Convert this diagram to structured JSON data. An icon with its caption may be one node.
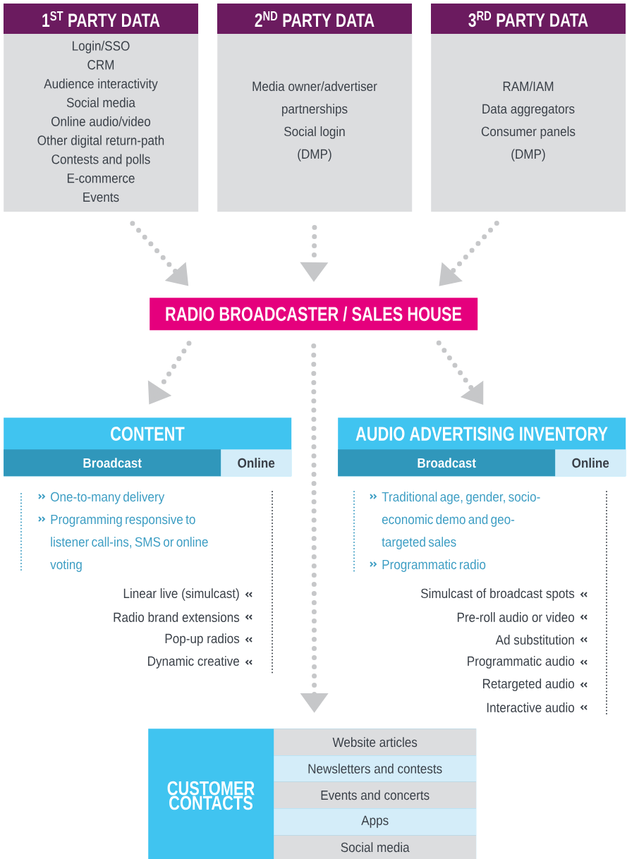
{
  "diagram": {
    "nodes": [
      {
        "text": [
          "1$^{ST}$ PARTY DATA",
          "Login/SSO",
          "CRM",
          "Audience interactivity",
          "Social media",
          "Online audio/video",
          "Other digital return-path",
          "Contests and polls",
          "E-commerce",
          "Events"
        ]
      },
      {
        "text": [
          "2$^{ND}$ PARTY DATA",
          "Media owner/advertiser partnerships",
          "Social login",
          "(DMP)"
        ]
      },
      {
        "text": [
          "3$^{RD}$ PARTY DATA",
          "RAM/IAM",
          "Data aggregators",
          "Consumer panels",
          "(DMP)"
        ]
      },
      {
        "text": [
          "RADIO BROADCASTER / SALES HOUSE"
        ]
      },
      {
        "text": [
          "CONTENT"
        ]
      },
      {
        "text": [
          "Broadcast"
        ],
        "in": 4
      },
      {
        "text": [
          "Online"
        ],
        "in": 4
      },
      {
        "text": [
          "AUDIO ADVERTISING INVENTORY"
        ]
      },
      {
        "text": [
          "Broadcast"
        ],
        "in": 7
      },
      {
        "text": [
          "Online"
        ],
        "in": 7
      },
      {
        "text": [
          "CUSTOMER CONTACTS"
        ]
      },
      {
        "text": [
          "Website articles"
        ],
        "in": 10
      },
      {
        "text": [
          "Newsletters and contests"
        ],
        "in": 10
      },
      {
        "text": [
          "Events and concerts"
        ],
        "in": 10
      },
      {
        "text": [
          "Apps"
        ],
        "in": 10
      },
      {
        "text": [
          "Social media"
        ],
        "in": 10
      }
    ],
    "edges": [
      {
        "from": 0,
        "to": 3,
        "arrow": "to"
      },
      {
        "from": 1,
        "to": 3,
        "arrow": "to"
      },
      {
        "from": 2,
        "to": 3,
        "arrow": "to"
      },
      {
        "from": 3,
        "to": 4,
        "arrow": "to"
      },
      {
        "from": 3,
        "to": 10,
        "arrow": "to"
      },
      {
        "from": 3,
        "to": 7,
        "arrow": "to"
      }
    ],
    "labels": [
      "One-to-many delivery",
      "Programming responsive to listener call-ins, SMS or online voting",
      "Linear live (simulcast)",
      "Radio brand extensions",
      "Pop-up radios",
      "Dynamic creative",
      "Traditional age, gender, socio-economic demo and geo-targeted sales",
      "Programmatic radio",
      "Simulcast of broadcast spots",
      "Pre-roll audio or video",
      "Ad substitution",
      "Programmatic audio",
      "Retargeted audio",
      "Interactive audio"
    ]
  }
}
